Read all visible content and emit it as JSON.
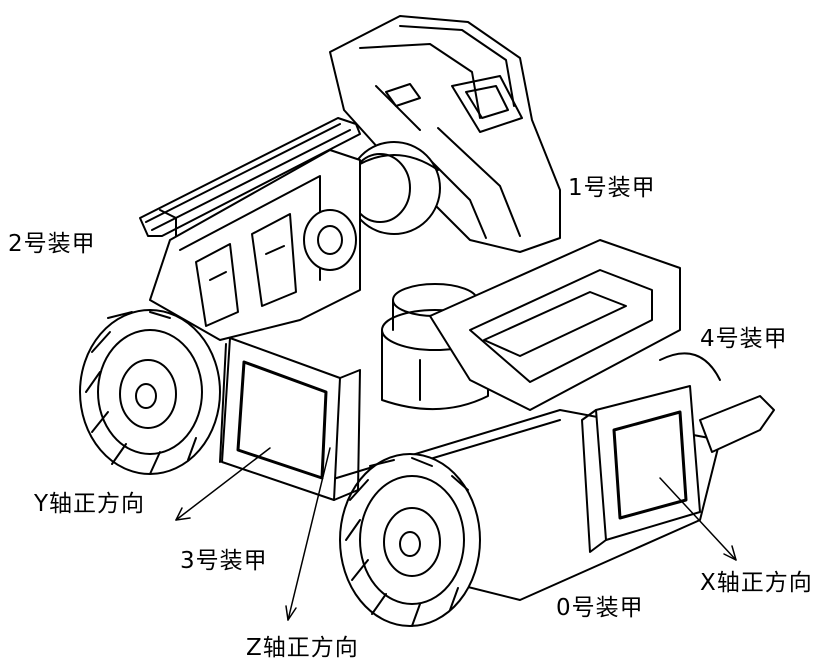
{
  "labels": {
    "armor_1": "1号装甲",
    "armor_2": "2号装甲",
    "armor_3": "3号装甲",
    "armor_4": "4号装甲",
    "armor_0": "0号装甲",
    "axis_x": "X轴正方向",
    "axis_y": "Y轴正方向",
    "axis_z": "Z轴正方向"
  },
  "colors": {
    "line": "#000000",
    "background": "#ffffff"
  }
}
